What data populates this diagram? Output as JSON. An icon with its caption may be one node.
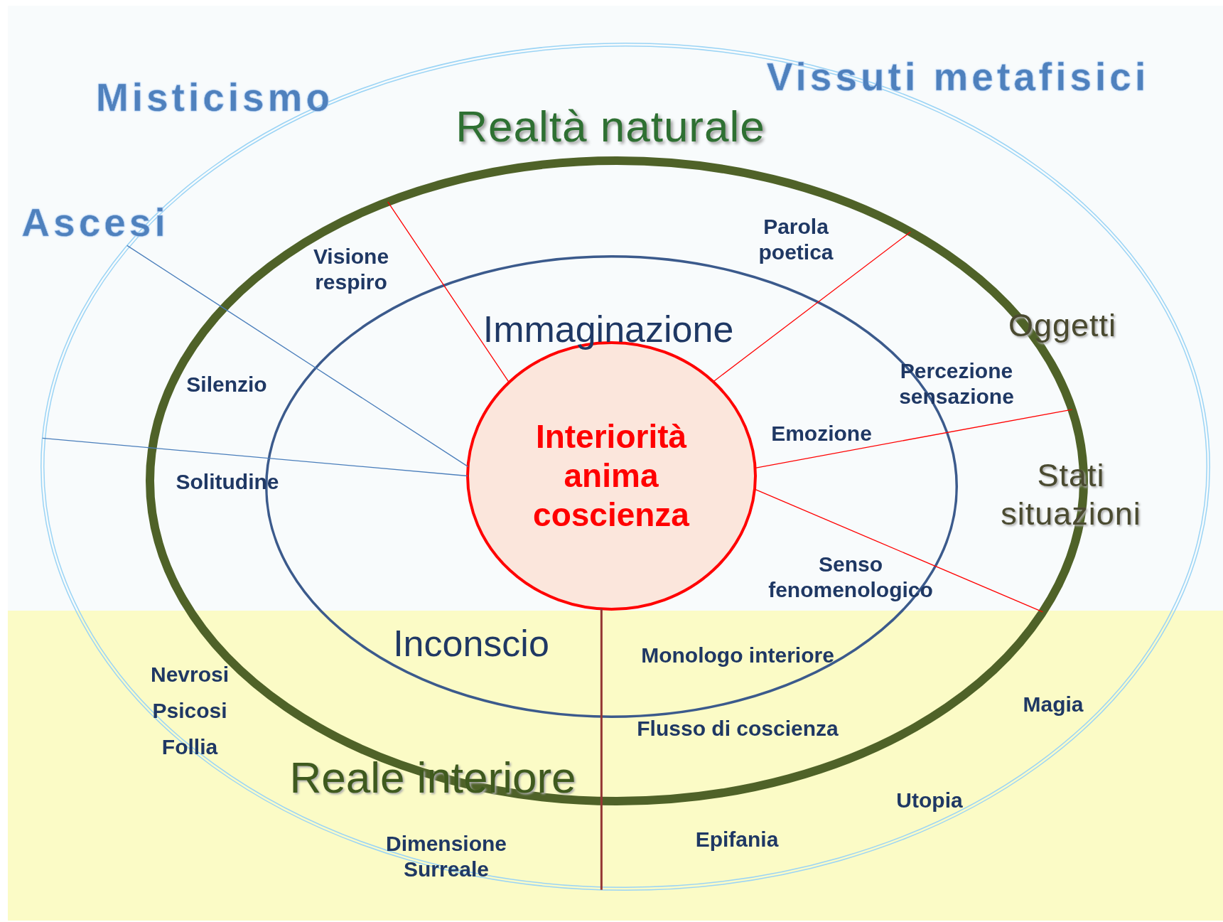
{
  "diagram": {
    "nodes": [
      {
        "text": [],
        "shape": "ellipse"
      },
      {
        "text": [
          "Realtà naturale"
        ],
        "in": 0
      },
      {
        "text": [
          "Immaginazione",
          "Inconscio"
        ],
        "in": 1
      },
      {
        "text": [
          "Interiorità anima coscienza"
        ],
        "in": 2
      }
    ],
    "edges": [
      {
        "from": 3,
        "to": 0,
        "arrow": "none",
        "color": "#4a7ebb"
      },
      {
        "from": 3,
        "to": 1,
        "arrow": "none"
      },
      {
        "from": 3,
        "to": 1,
        "arrow": "none"
      },
      {
        "from": 3,
        "to": 0,
        "arrow": "none",
        "color": "#4a7ebb"
      },
      {
        "from": 3,
        "to": 1,
        "arrow": "none"
      },
      {
        "from": 3,
        "to": 1,
        "arrow": "none"
      },
      {
        "from": 3,
        "to": 0,
        "arrow": "none",
        "color": "#943634"
      }
    ],
    "labels": [
      "Vissuti metafisici",
      "Misticismo",
      "Ascesi",
      "Parola poetica",
      "Visione respiro",
      "Oggetti",
      "Percezione sensazione",
      "Silenzio",
      "Emozione",
      "Solitudine",
      "Stati situazioni",
      "Senso fenomenologico",
      "Monologo interiore",
      "Nevrosi",
      "Magia",
      "Psicosi",
      "Flusso di coscienza",
      "Follia",
      "Reale interiore",
      "Utopia",
      "Epifania",
      "Dimensione Surreale"
    ]
  }
}
